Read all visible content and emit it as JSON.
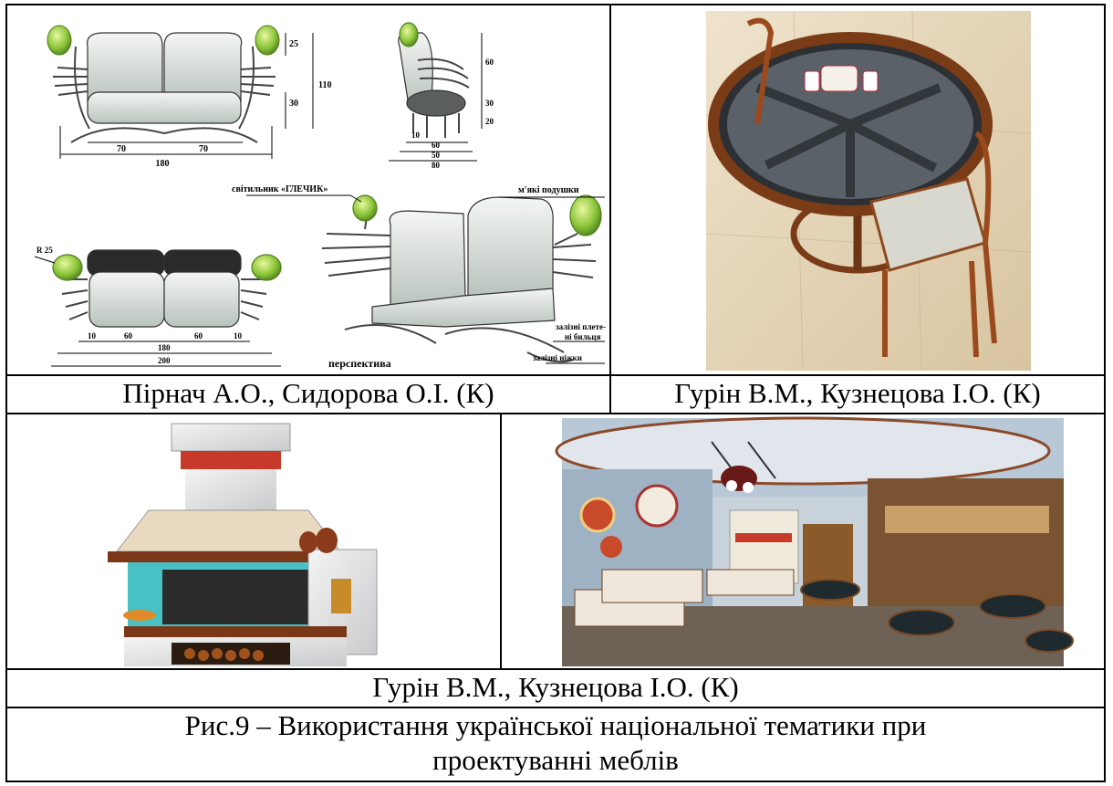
{
  "row1": {
    "left_caption": "Пірнач А.О., Сидорова О.І. (К)",
    "right_caption": "Гурін В.М., Кузнецова І.О. (К)"
  },
  "row2": {
    "caption": "Гурін В.М., Кузнецова І.О. (К)"
  },
  "figure": {
    "caption_line1": "Рис.9 – Використання української національної тематики при",
    "caption_line2": "проектуванні меблів"
  },
  "drawing": {
    "dim_front_total": "180",
    "dim_front_left": "70",
    "dim_front_right": "70",
    "dim_height": "110",
    "dim_lamp": "25",
    "dim_seat": "30",
    "dim_side_60": "60",
    "dim_side_30": "30",
    "dim_side_20": "20",
    "dim_side_10": "10",
    "dim_side_depth60": "60",
    "dim_side_50": "50",
    "dim_side_80": "80",
    "label_lamp": "світильник «ГЛЕЧИК»",
    "label_cushions": "м'які подушки",
    "label_rails_1": "залізні плете-",
    "label_rails_2": "ні бильця",
    "label_legs": "залізні ніжки",
    "label_perspective": "перспектива",
    "label_radius": "R 25",
    "dim_top_10a": "10",
    "dim_top_60a": "60",
    "dim_top_60b": "60",
    "dim_top_10b": "10",
    "dim_top_180": "180",
    "dim_top_200": "200"
  }
}
